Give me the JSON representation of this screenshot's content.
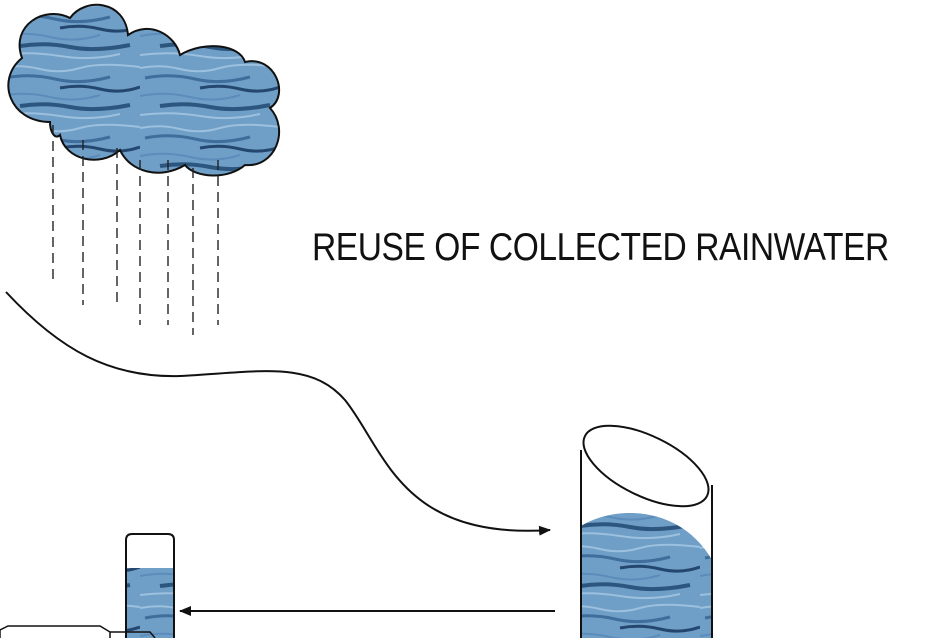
{
  "diagram": {
    "title": "REUSE OF COLLECTED RAINWATER"
  },
  "colors": {
    "water_light": "#6f9ec6",
    "water_mid": "#4f7fae",
    "water_dark": "#23476f",
    "stroke": "#111111",
    "background": "#ffffff"
  },
  "elements": {
    "cloud": "rain-cloud",
    "rain": "rain-drops",
    "runoff": "runoff-curve",
    "tank": "collection-tank",
    "cup": "small-water-container",
    "transfer": "return-arrow"
  }
}
